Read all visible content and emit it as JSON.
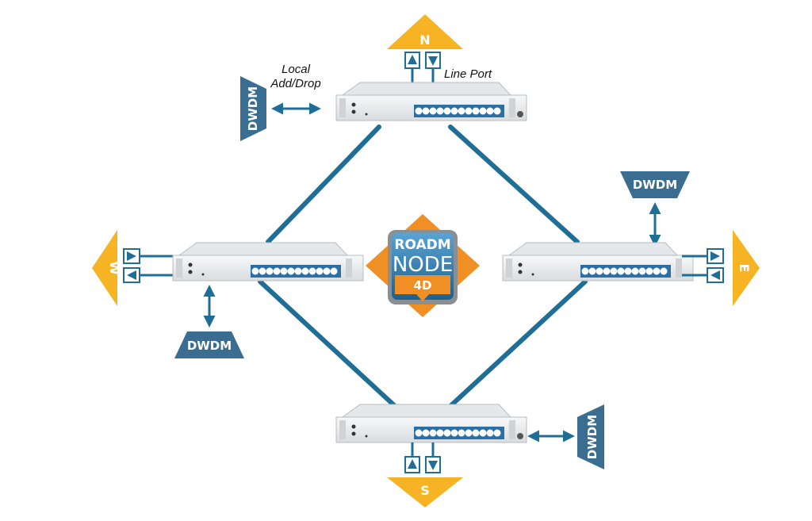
{
  "colors": {
    "link": "#1f6e96",
    "dwdm": "#3a6d90",
    "direction": "#f6b324",
    "badge_outer": "#f08f24",
    "badge_inner": "#2f7fb2",
    "card": "#eef0f1",
    "port": "#2a6fa6"
  },
  "badge": {
    "line1": "ROADM",
    "line2": "NODE",
    "line3": "4D"
  },
  "directions": {
    "north": "N",
    "south": "S",
    "east": "E",
    "west": "W"
  },
  "dwdm": {
    "north": "DWDM",
    "east": "DWDM",
    "south": "DWDM",
    "west": "DWDM"
  },
  "annotations": {
    "local_line1": "Local",
    "local_line2": "Add/Drop",
    "line_port": "Line Port"
  }
}
